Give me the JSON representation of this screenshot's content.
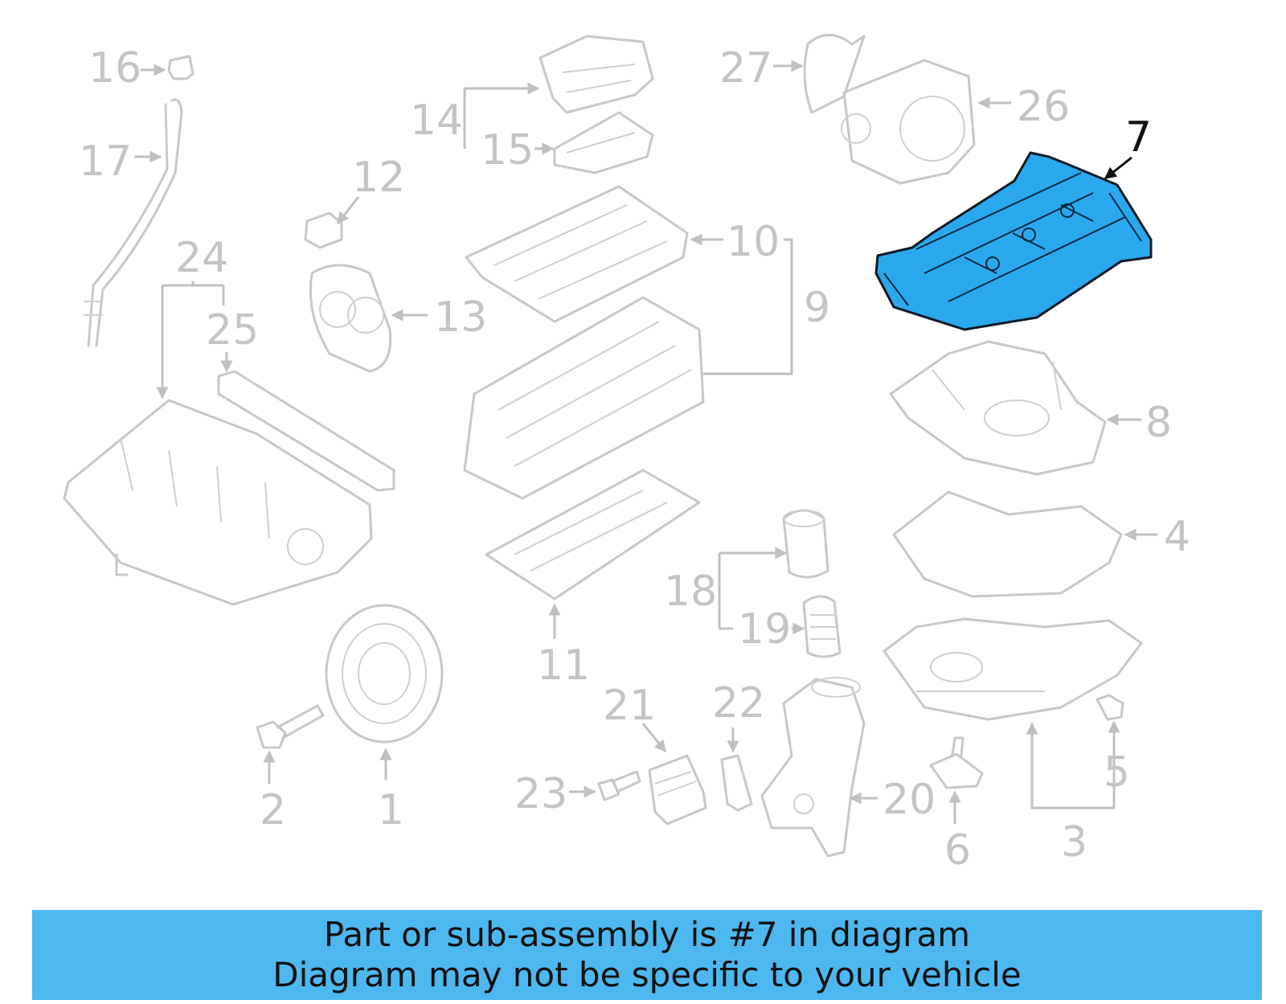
{
  "callouts": {
    "n1": "1",
    "n2": "2",
    "n3": "3",
    "n4": "4",
    "n5": "5",
    "n6": "6",
    "n7": "7",
    "n8": "8",
    "n9": "9",
    "n10": "10",
    "n11": "11",
    "n12": "12",
    "n13": "13",
    "n14": "14",
    "n15": "15",
    "n16": "16",
    "n17": "17",
    "n18": "18",
    "n19": "19",
    "n20": "20",
    "n21": "21",
    "n22": "22",
    "n23": "23",
    "n24": "24",
    "n25": "25",
    "n26": "26",
    "n27": "27"
  },
  "highlighted_part": "7",
  "colors": {
    "highlight": "#2aa8ee",
    "banner": "#4db8f0",
    "outline": "#c8c8c8"
  },
  "banner": {
    "line1": "Part or sub-assembly is #7 in diagram",
    "line2": "Diagram may not be specific to your vehicle"
  }
}
